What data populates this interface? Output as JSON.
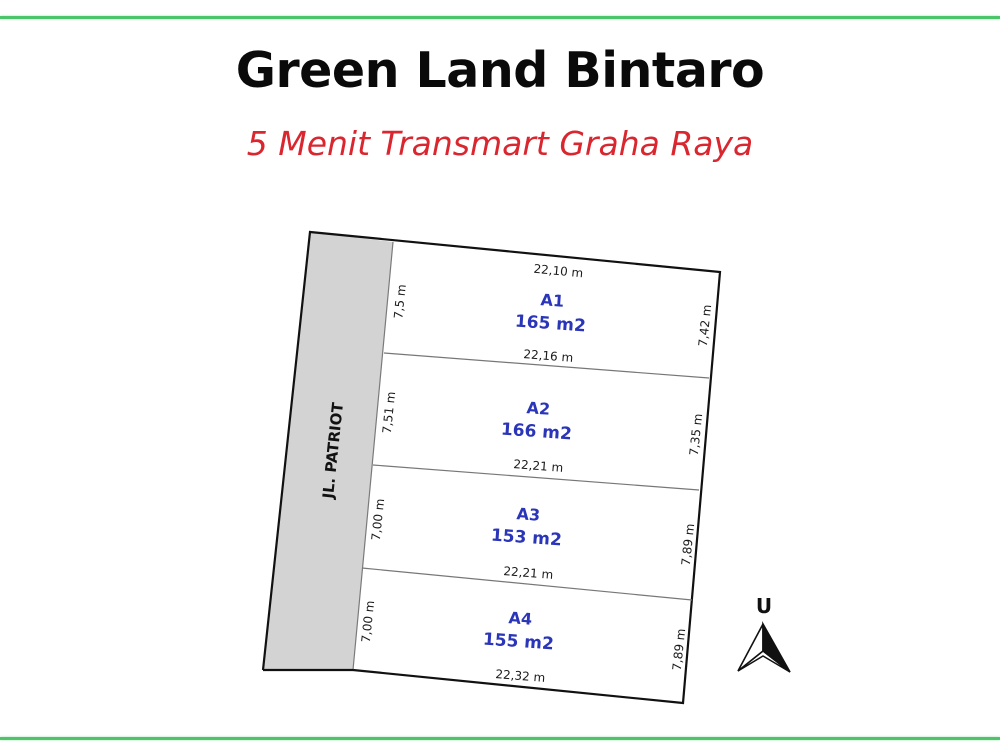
{
  "header": {
    "title": "Green Land Bintaro",
    "subtitle": "5 Menit Transmart Graha Raya"
  },
  "colors": {
    "accent_rule": "#4cc46a",
    "subtitle": "#d9262f",
    "lot_label": "#2a35b8",
    "road_fill": "#d3d3d3"
  },
  "road": {
    "label": "JL. PATRIOT"
  },
  "lots": [
    {
      "name": "A1",
      "area": "165 m2",
      "left_width": "7,5 m",
      "right_width": "7,42 m",
      "top_length": "22,10 m",
      "bottom_length": "22,16 m"
    },
    {
      "name": "A2",
      "area": "166 m2",
      "left_width": "7,51 m",
      "right_width": "7,35 m",
      "bottom_length": "22,21 m"
    },
    {
      "name": "A3",
      "area": "153 m2",
      "left_width": "7,00 m",
      "right_width": "7,89 m",
      "bottom_length": "22,21 m"
    },
    {
      "name": "A4",
      "area": "155 m2",
      "left_width": "7,00 m",
      "right_width": "7,89 m",
      "bottom_length": "22,32 m"
    }
  ],
  "compass": {
    "label": "U",
    "icon": "north-arrow-icon"
  }
}
